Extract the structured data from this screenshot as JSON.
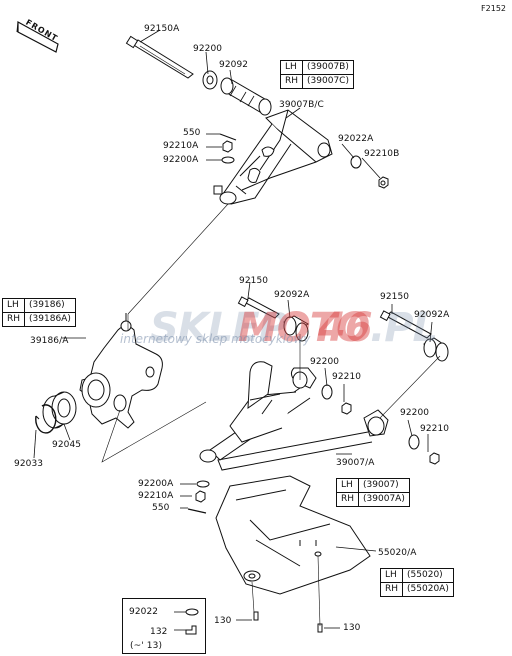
{
  "figure_code": "F2152",
  "front_label": "FRONT",
  "watermark": {
    "part1": "SKLEP",
    "part2": "MOTO",
    "part3": "46",
    "tld": ".PL",
    "subtitle": "internetowy sklep motocyklowy"
  },
  "part_labels": {
    "p92150A": "92150A",
    "p92200_top": "92200",
    "p92092_top": "92092",
    "p39007BC": "39007B/C",
    "p550_top": "550",
    "p92210A_top": "92210A",
    "p92200A_top": "92200A",
    "p92022A": "92022A",
    "p92210B": "92210B",
    "p39186A": "39186/A",
    "p92045": "92045",
    "p92033": "92033",
    "p92150_mid": "92150",
    "p92092A_mid": "92092A",
    "p92150_right": "92150",
    "p92092A_right": "92092A",
    "p92200_mid": "92200",
    "p92210_mid": "92210",
    "p92200_right": "92200",
    "p92210_right": "92210",
    "p39007A": "39007/A",
    "p92200A_bot": "92200A",
    "p92210A_bot": "92210A",
    "p550_bot": "550",
    "p55020A": "55020/A",
    "p92022": "92022",
    "p132": "132",
    "p132_note": "(~' 13)",
    "p130_left": "130",
    "p130_right": "130"
  },
  "tables": {
    "upper_arm": [
      {
        "side": "LH",
        "part": "(39007B)"
      },
      {
        "side": "RH",
        "part": "(39007C)"
      }
    ],
    "knuckle": [
      {
        "side": "LH",
        "part": "(39186)"
      },
      {
        "side": "RH",
        "part": "(39186A)"
      }
    ],
    "lower_arm": [
      {
        "side": "LH",
        "part": "(39007)"
      },
      {
        "side": "RH",
        "part": "(39007A)"
      }
    ],
    "guard": [
      {
        "side": "LH",
        "part": "(55020)"
      },
      {
        "side": "RH",
        "part": "(55020A)"
      }
    ]
  }
}
